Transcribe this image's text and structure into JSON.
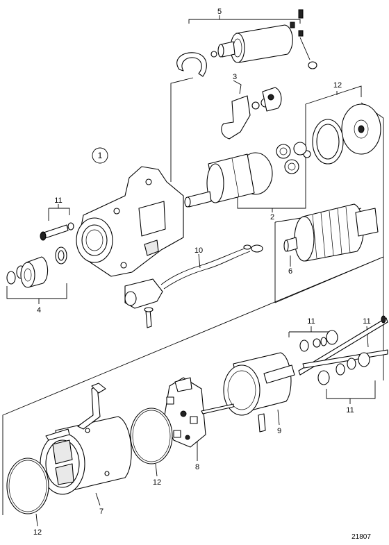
{
  "reference_number": "21807",
  "view_marker": "1",
  "callouts": [
    "5",
    "3",
    "12",
    "11",
    "10",
    "2",
    "6",
    "4",
    "11",
    "11",
    "11",
    "9",
    "8",
    "12",
    "7",
    "12"
  ]
}
